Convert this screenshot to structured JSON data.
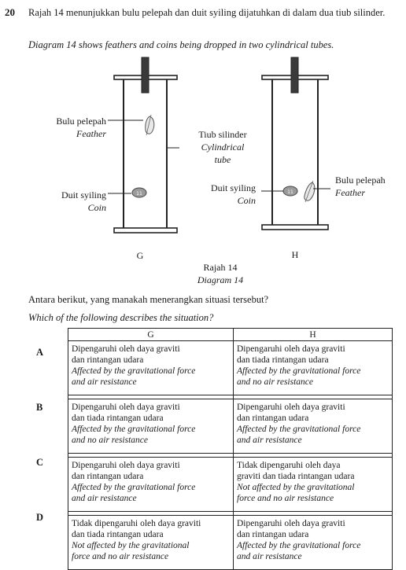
{
  "question": {
    "number": "20",
    "stem_ms": "Rajah 14 menunjukkan bulu pelepah dan duit syiling dijatuhkan di dalam dua tiub silinder.",
    "stem_en": "Diagram 14 shows feathers and coins being dropped in two cylindrical tubes."
  },
  "diagram": {
    "feather_left_ms": "Bulu pelepah",
    "feather_left_en": "Feather",
    "coin_left_ms": "Duit syiling",
    "coin_left_en": "Coin",
    "tube_ms": "Tiub silinder",
    "tube_en_line1": "Cylindrical",
    "tube_en_line2": "tube",
    "coin_right_ms": "Duit syiling",
    "coin_right_en": "Coin",
    "feather_right_ms": "Bulu pelepah",
    "feather_right_en": "Feather",
    "tube_g_label": "G",
    "tube_h_label": "H",
    "caption_ms": "Rajah 14",
    "caption_en": "Diagram 14"
  },
  "prompt": {
    "ask_ms": "Antara berikut, yang manakah menerangkan situasi tersebut?",
    "ask_en": "Which of the following describes the situation?"
  },
  "table": {
    "headers": [
      "G",
      "H"
    ],
    "options": [
      {
        "letter": "A",
        "g": [
          "Dipengaruhi oleh daya graviti",
          "dan rintangan udara",
          "Affected by the gravitational force",
          "and air resistance"
        ],
        "h": [
          "Dipengaruhi oleh daya graviti",
          "dan tiada rintangan udara",
          "Affected by the gravitational force",
          "and no air resistance"
        ]
      },
      {
        "letter": "B",
        "g": [
          "Dipengaruhi oleh daya graviti",
          "dan tiada rintangan udara",
          "Affected by the gravitational force",
          "and no air resistance"
        ],
        "h": [
          "Dipengaruhi oleh daya graviti",
          "dan rintangan udara",
          "Affected by the gravitational force",
          "and air resistance"
        ]
      },
      {
        "letter": "C",
        "g": [
          "Dipengaruhi oleh daya graviti",
          "dan rintangan udara",
          "Affected by the gravitational force",
          "and air resistance"
        ],
        "h": [
          "Tidak dipengaruhi oleh daya",
          "graviti dan tiada rintangan udara",
          "Not affected by the gravitational",
          "force and no air resistance"
        ]
      },
      {
        "letter": "D",
        "g": [
          "Tidak dipengaruhi oleh daya graviti",
          "dan tiada rintangan udara",
          "Not affected by the gravitational",
          "force and no air resistance"
        ],
        "h": [
          "Dipengaruhi oleh daya graviti",
          "dan rintangan udara",
          "Affected by the gravitational force",
          "and air resistance"
        ]
      }
    ]
  }
}
